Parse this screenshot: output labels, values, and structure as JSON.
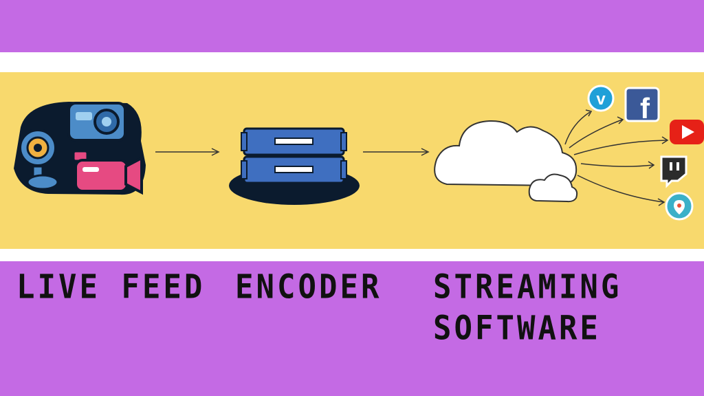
{
  "labels": {
    "live_feed": "LIVE FEED",
    "encoder": "ENCODER",
    "streaming": "STREAMING",
    "software": "SOFTWARE"
  },
  "icons": {
    "live_feed": "cameras-icon",
    "encoder": "encoder-device-icon",
    "cloud": "cloud-icon",
    "platforms": [
      "vimeo-icon",
      "facebook-icon",
      "youtube-icon",
      "twitch-icon",
      "periscope-icon"
    ]
  },
  "platform_glyphs": {
    "vimeo": "v",
    "facebook": "f"
  },
  "colors": {
    "background": "#c46ae4",
    "band": "#f8d96d",
    "strip": "#ffffff",
    "text": "#111111"
  }
}
